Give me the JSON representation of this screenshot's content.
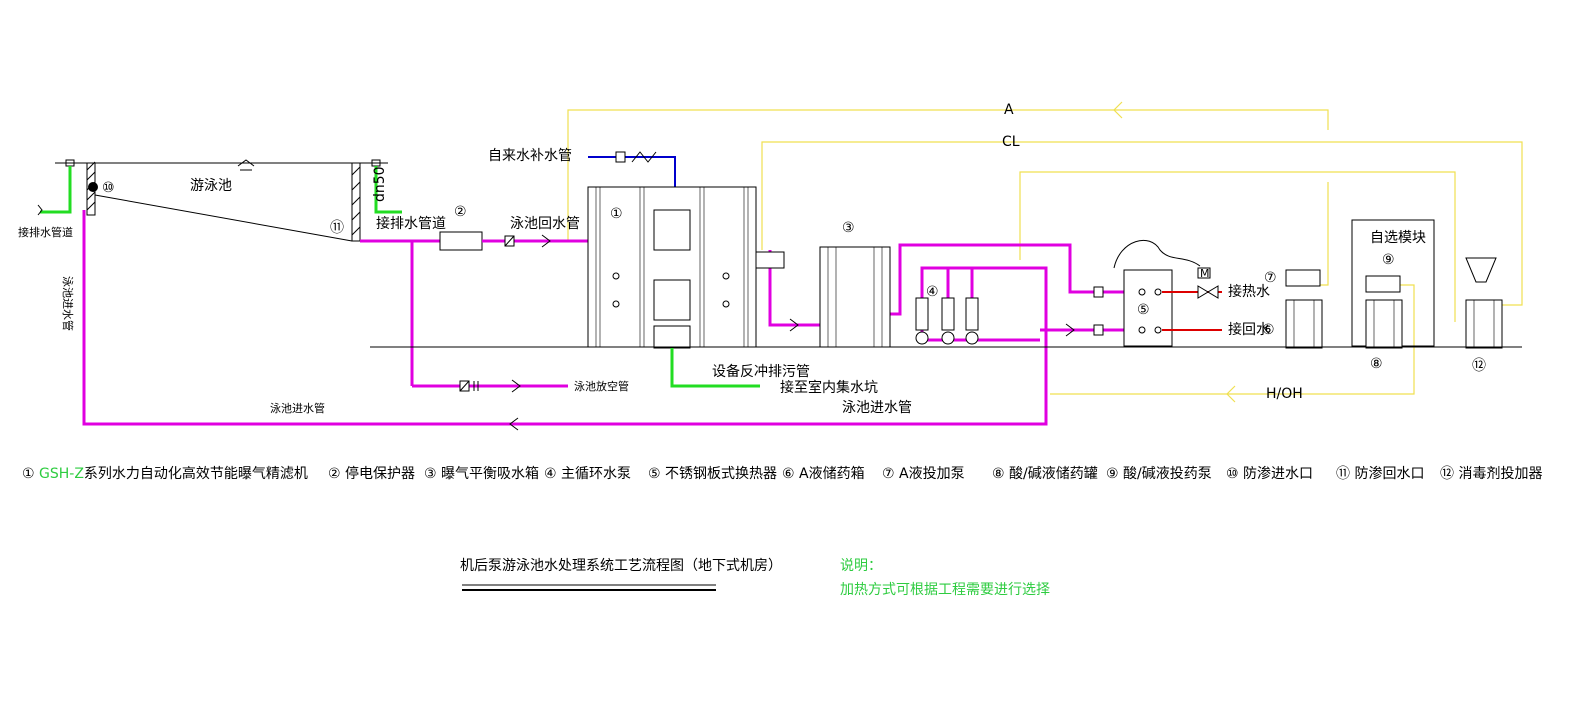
{
  "labels": {
    "pool": "游泳池",
    "dn50": "dn50",
    "drain_pipe": "接排水管道",
    "drain_pipe_left": "接排水管道",
    "pool_inlet_vertical": "泳池进水管",
    "tap_water": "自来水补水管",
    "pool_return": "泳池回水管",
    "backwash": "设备反冲排污管",
    "to_pit": "接至室内集水坑",
    "pool_empty": "泳池放空管",
    "pool_inlet_bottom": "泳池进水管",
    "pool_inlet_right": "泳池进水管",
    "hot_in": "接热水",
    "hot_return": "接回水",
    "optional_module": "自选模块",
    "line_A": "A",
    "line_CL": "CL",
    "line_HOH": "H/OH",
    "valve_M": "M"
  },
  "equipment_numbers": {
    "n1": "①",
    "n2": "②",
    "n3": "③",
    "n4": "④",
    "n5": "⑤",
    "n6": "⑥",
    "n7": "⑦",
    "n8": "⑧",
    "n9": "⑨",
    "n10": "⑩",
    "n11": "⑪",
    "n12": "⑫"
  },
  "legend": [
    {
      "num": "①",
      "prefix": "GSH-Z",
      "text": "系列水力自动化高效节能曝气精滤机"
    },
    {
      "num": "②",
      "text": "停电保护器"
    },
    {
      "num": "③",
      "text": "曝气平衡吸水箱"
    },
    {
      "num": "④",
      "text": "主循环水泵"
    },
    {
      "num": "⑤",
      "text": "不锈钢板式换热器"
    },
    {
      "num": "⑥",
      "text": "A液储药箱"
    },
    {
      "num": "⑦",
      "text": "A液投加泵"
    },
    {
      "num": "⑧",
      "text": "酸/碱液储药罐"
    },
    {
      "num": "⑨",
      "text": "酸/碱液投药泵"
    },
    {
      "num": "⑩",
      "text": "防渗进水口"
    },
    {
      "num": "⑪",
      "text": "防渗回水口"
    },
    {
      "num": "⑫",
      "text": "消毒剂投加器"
    }
  ],
  "title": "机后泵游泳池水处理系统工艺流程图（地下式机房）",
  "note": {
    "heading": "说明：",
    "text": "加热方式可根据工程需要进行选择"
  },
  "colors": {
    "main_pipe": "#e000e0",
    "chem_line": "#f0e050",
    "drain": "#22dd22",
    "tap_water": "#0000cc",
    "hot_water": "#dd0000",
    "legend_prefix": "#2ecc40"
  }
}
